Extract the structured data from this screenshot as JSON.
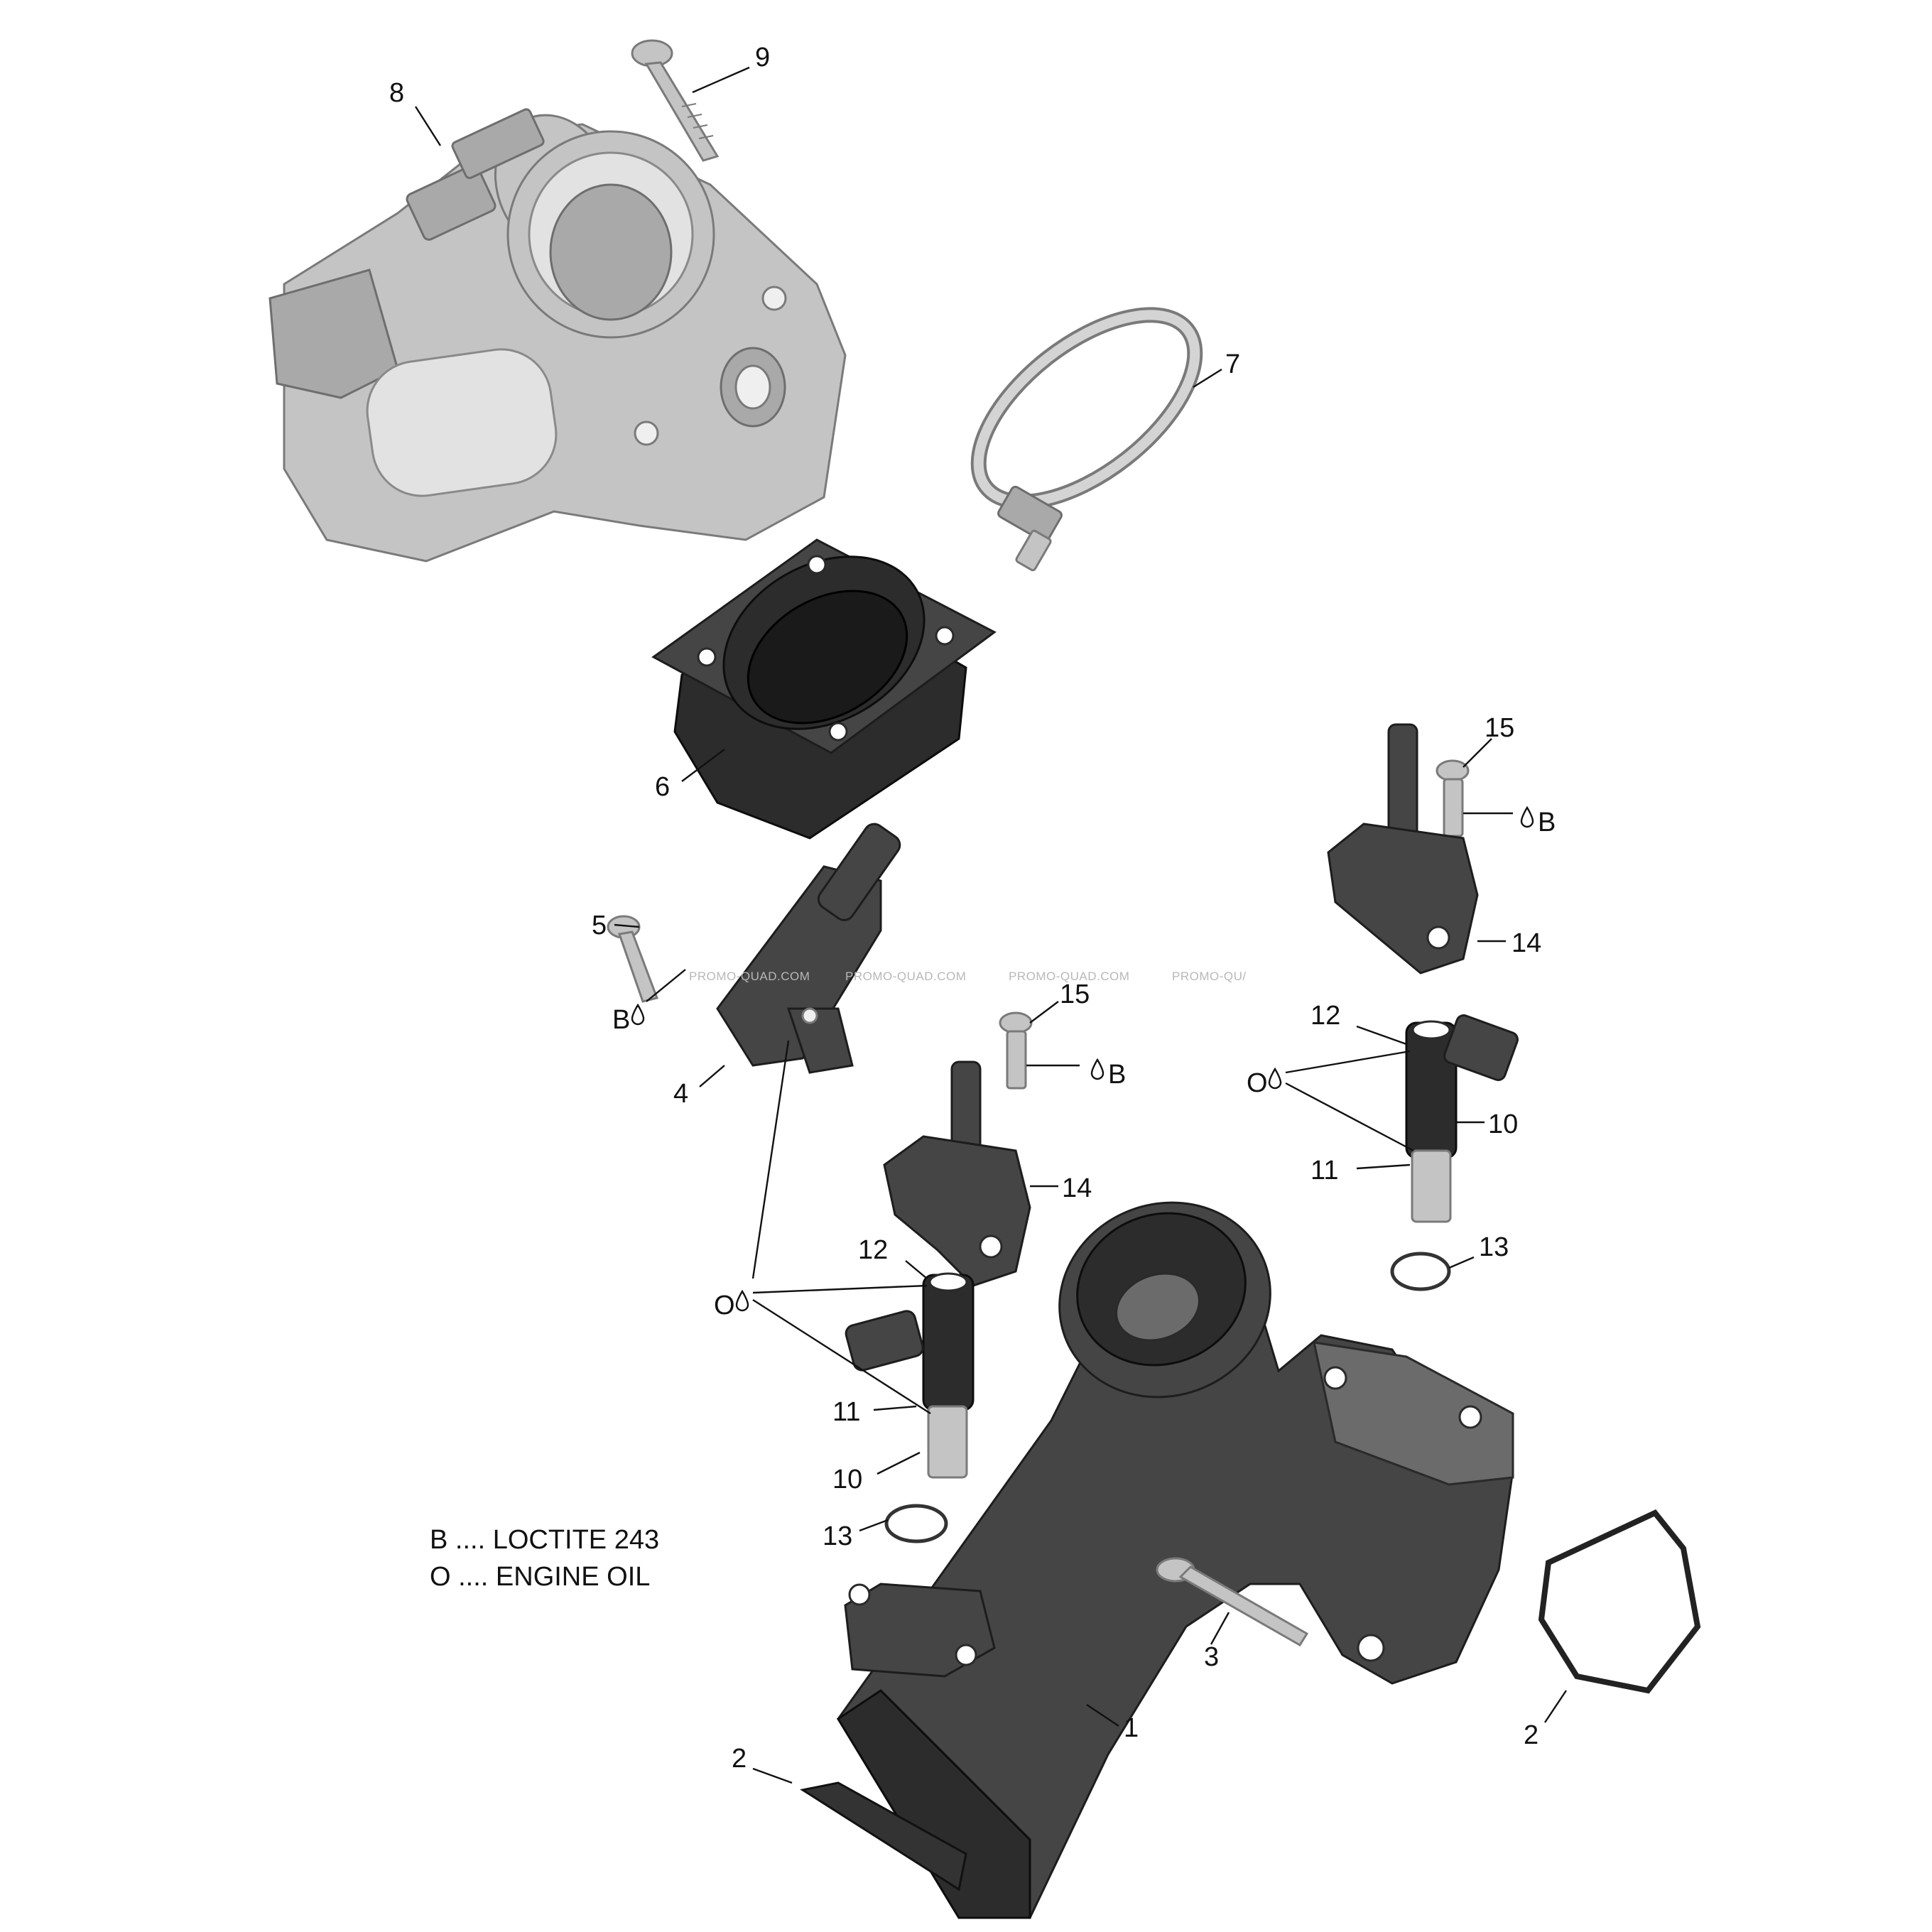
{
  "callouts": [
    {
      "id": "c1",
      "text": "1"
    },
    {
      "id": "c2a",
      "text": "2"
    },
    {
      "id": "c2b",
      "text": "2"
    },
    {
      "id": "c3",
      "text": "3"
    },
    {
      "id": "c4",
      "text": "4"
    },
    {
      "id": "c5",
      "text": "5"
    },
    {
      "id": "c6",
      "text": "6"
    },
    {
      "id": "c7",
      "text": "7"
    },
    {
      "id": "c8",
      "text": "8"
    },
    {
      "id": "c9",
      "text": "9"
    },
    {
      "id": "c10a",
      "text": "10"
    },
    {
      "id": "c10b",
      "text": "10"
    },
    {
      "id": "c11a",
      "text": "11"
    },
    {
      "id": "c11b",
      "text": "11"
    },
    {
      "id": "c12a",
      "text": "12"
    },
    {
      "id": "c12b",
      "text": "12"
    },
    {
      "id": "c13a",
      "text": "13"
    },
    {
      "id": "c13b",
      "text": "13"
    },
    {
      "id": "c14a",
      "text": "14"
    },
    {
      "id": "c14b",
      "text": "14"
    },
    {
      "id": "c15a",
      "text": "15"
    },
    {
      "id": "c15b",
      "text": "15"
    }
  ],
  "symbols": {
    "loctite_letter": "B",
    "oil_letter": "O"
  },
  "legend": {
    "loctite": "B .... LOCTITE 243",
    "oil": "O .... ENGINE OIL"
  },
  "watermark": {
    "text1": "PROMO-QUAD.COM",
    "text2": "PROMO-QUAD.COM",
    "text3": "PROMO-QUAD.COM",
    "text4": "PROMO-QU/"
  },
  "colors": {
    "light_part": "#c4c4c4",
    "dark_part": "#454545",
    "ink": "#111111"
  }
}
